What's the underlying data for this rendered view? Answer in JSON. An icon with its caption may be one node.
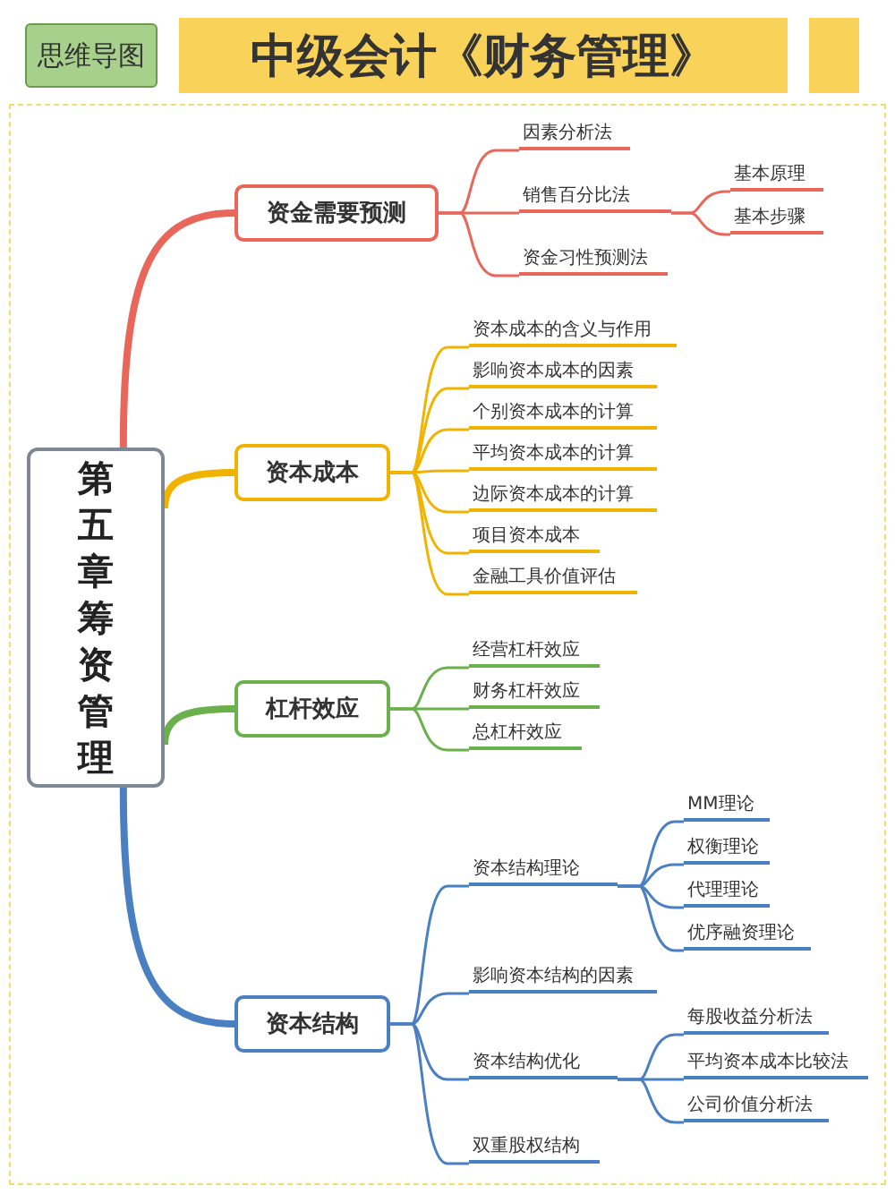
{
  "diagram": {
    "title": "中级会计《财务管理》",
    "labels": [
      "思维导图"
    ],
    "nodes": [
      {
        "text": [
          "第五章筹资管理"
        ]
      },
      {
        "text": [
          "资金需要预测"
        ]
      },
      {
        "text": [
          "因素分析法"
        ]
      },
      {
        "text": [
          "销售百分比法"
        ]
      },
      {
        "text": [
          "基本原理"
        ]
      },
      {
        "text": [
          "基本步骤"
        ]
      },
      {
        "text": [
          "资金习性预测法"
        ]
      },
      {
        "text": [
          "资本成本"
        ]
      },
      {
        "text": [
          "资本成本的含义与作用"
        ]
      },
      {
        "text": [
          "影响资本成本的因素"
        ]
      },
      {
        "text": [
          "个别资本成本的计算"
        ]
      },
      {
        "text": [
          "平均资本成本的计算"
        ]
      },
      {
        "text": [
          "边际资本成本的计算"
        ]
      },
      {
        "text": [
          "项目资本成本"
        ]
      },
      {
        "text": [
          "金融工具价值评估"
        ]
      },
      {
        "text": [
          "杠杆效应"
        ]
      },
      {
        "text": [
          "经营杠杆效应"
        ]
      },
      {
        "text": [
          "财务杠杆效应"
        ]
      },
      {
        "text": [
          "总杠杆效应"
        ]
      },
      {
        "text": [
          "资本结构"
        ]
      },
      {
        "text": [
          "资本结构理论"
        ]
      },
      {
        "text": [
          "MM理论"
        ]
      },
      {
        "text": [
          "权衡理论"
        ]
      },
      {
        "text": [
          "代理理论"
        ]
      },
      {
        "text": [
          "优序融资理论"
        ]
      },
      {
        "text": [
          "影响资本结构的因素"
        ]
      },
      {
        "text": [
          "资本结构优化"
        ]
      },
      {
        "text": [
          "每股收益分析法"
        ]
      },
      {
        "text": [
          "平均资本成本比较法"
        ]
      },
      {
        "text": [
          "公司价值分析法"
        ]
      },
      {
        "text": [
          "双重股权结构"
        ]
      }
    ],
    "edges": [
      {
        "from": 0,
        "to": 1,
        "arrow": "none",
        "style": "thick",
        "color": "#e8665a"
      },
      {
        "from": 1,
        "to": 2,
        "arrow": "none",
        "color": "#e8665a"
      },
      {
        "from": 1,
        "to": 3,
        "arrow": "none",
        "color": "#e8665a"
      },
      {
        "from": 3,
        "to": 4,
        "arrow": "none",
        "color": "#e8665a"
      },
      {
        "from": 3,
        "to": 5,
        "arrow": "none",
        "color": "#e8665a"
      },
      {
        "from": 1,
        "to": 6,
        "arrow": "none",
        "color": "#e8665a"
      },
      {
        "from": 0,
        "to": 7,
        "arrow": "none",
        "style": "thick",
        "color": "#f0b400"
      },
      {
        "from": 7,
        "to": 8,
        "arrow": "none",
        "color": "#f0b400"
      },
      {
        "from": 7,
        "to": 9,
        "arrow": "none",
        "color": "#f0b400"
      },
      {
        "from": 7,
        "to": 10,
        "arrow": "none",
        "color": "#f0b400"
      },
      {
        "from": 7,
        "to": 11,
        "arrow": "none",
        "color": "#f0b400"
      },
      {
        "from": 7,
        "to": 12,
        "arrow": "none",
        "color": "#f0b400"
      },
      {
        "from": 7,
        "to": 13,
        "arrow": "none",
        "color": "#f0b400"
      },
      {
        "from": 7,
        "to": 14,
        "arrow": "none",
        "color": "#f0b400"
      },
      {
        "from": 0,
        "to": 15,
        "arrow": "none",
        "style": "thick",
        "color": "#6ab04c"
      },
      {
        "from": 15,
        "to": 16,
        "arrow": "none",
        "color": "#6ab04c"
      },
      {
        "from": 15,
        "to": 17,
        "arrow": "none",
        "color": "#6ab04c"
      },
      {
        "from": 15,
        "to": 18,
        "arrow": "none",
        "color": "#6ab04c"
      },
      {
        "from": 0,
        "to": 19,
        "arrow": "none",
        "style": "thick"
      },
      {
        "from": 19,
        "to": 20,
        "arrow": "none"
      },
      {
        "from": 20,
        "to": 21,
        "arrow": "none"
      },
      {
        "from": 20,
        "to": 22,
        "arrow": "none"
      },
      {
        "from": 20,
        "to": 23,
        "arrow": "none"
      },
      {
        "from": 20,
        "to": 24,
        "arrow": "none"
      },
      {
        "from": 19,
        "to": 25,
        "arrow": "none"
      },
      {
        "from": 19,
        "to": 26,
        "arrow": "none"
      },
      {
        "from": 26,
        "to": 27,
        "arrow": "none"
      },
      {
        "from": 26,
        "to": 28,
        "arrow": "none"
      },
      {
        "from": 26,
        "to": 29,
        "arrow": "none"
      },
      {
        "from": 19,
        "to": 30,
        "arrow": "none"
      }
    ]
  }
}
